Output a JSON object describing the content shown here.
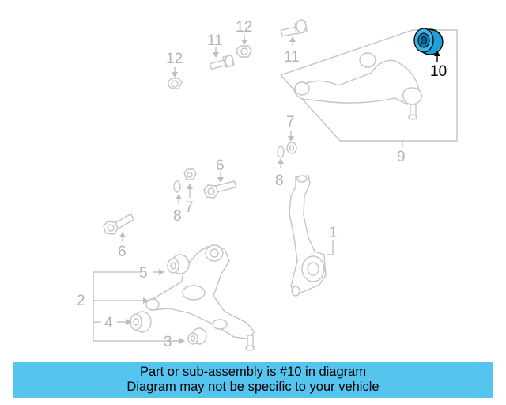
{
  "callouts": {
    "c1": "1",
    "c2": "2",
    "c3": "3",
    "c4": "4",
    "c5": "5",
    "c6a": "6",
    "c6b": "6",
    "c7a": "7",
    "c7b": "7",
    "c8a": "8",
    "c8b": "8",
    "c9": "9",
    "c10": "10",
    "c11a": "11",
    "c11b": "11",
    "c12a": "12",
    "c12b": "12"
  },
  "highlighted_part": "10",
  "colors": {
    "banner": "#55c4ee",
    "highlight_part": "#1e9fd8",
    "line_art": "#c4c4c4"
  },
  "banner": {
    "line1": "Part or sub-assembly is #10 in diagram",
    "line2": "Diagram may not be specific to your vehicle"
  }
}
